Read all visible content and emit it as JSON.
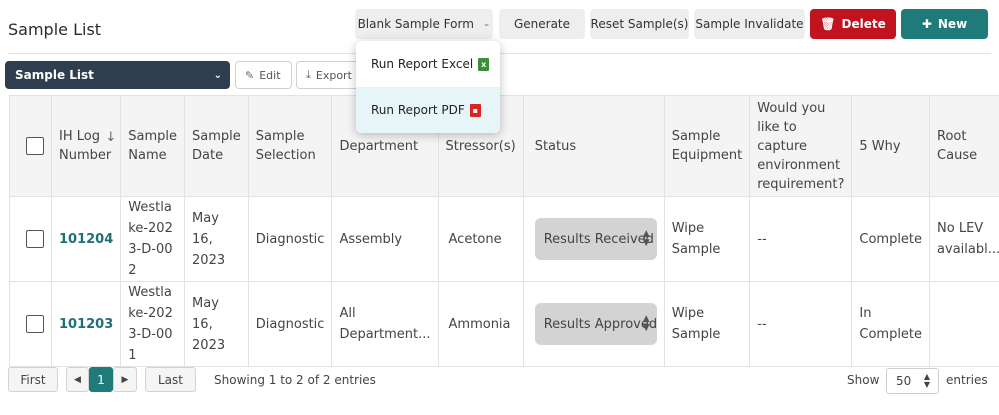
{
  "page": {
    "title": "Sample List"
  },
  "toolbar": {
    "blank_form": "Blank Sample Form",
    "generate": "Generate",
    "reset": "Reset Sample(s)",
    "invalidate": "Sample Invalidate",
    "delete": "Delete",
    "new": "New"
  },
  "subbar": {
    "list_select": "Sample List",
    "edit": "Edit",
    "export": "Export"
  },
  "dropdown": {
    "items": [
      {
        "label": "Run Report Excel",
        "icon": "excel-icon"
      },
      {
        "label": "Run Report PDF",
        "icon": "pdf-icon"
      }
    ]
  },
  "table": {
    "headers": {
      "log": "IH Log Number",
      "name": "Sample Name",
      "date": "Sample Date",
      "selection": "Sample Selection",
      "department": "Department",
      "stressor": "Stressor(s)",
      "status": "Status",
      "equipment": "Sample Equipment",
      "env": "Would you like to capture environment requirement?",
      "why": "5 Why",
      "root": "Root Cause"
    },
    "rows": [
      {
        "log": "101204",
        "name": "Westlake-2023-D-002",
        "date": "May 16, 2023",
        "selection": "Diagnostic",
        "department": "Assembly",
        "stressor": "Acetone",
        "status": "Results Received",
        "equipment": "Wipe Sample",
        "env": "--",
        "why": "Complete",
        "root": "No LEV availabl..."
      },
      {
        "log": "101203",
        "name": "Westlake-2023-D-001",
        "date": "May 16, 2023",
        "selection": "Diagnostic",
        "department": "All Department...",
        "stressor": "Ammonia",
        "status": "Results Approved",
        "equipment": "Wipe Sample",
        "env": "--",
        "why": "In Complete",
        "root": ""
      }
    ]
  },
  "pagination": {
    "first": "First",
    "prev_icon": "◀",
    "current": "1",
    "next_icon": "▶",
    "last": "Last",
    "info": "Showing 1 to 2 of 2 entries",
    "show_label": "Show",
    "page_size": "50",
    "entries_label": "entries"
  },
  "colors": {
    "accent": "#1f7a7a",
    "danger": "#c1121f",
    "list_select_bg": "#2e3e4e"
  }
}
